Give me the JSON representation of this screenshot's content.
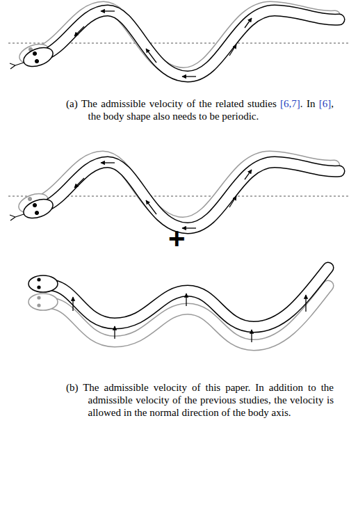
{
  "diagram": {
    "labels": [
      "(a) The admissible velocity of the related studies [6,7]. In [6], the body shape also needs to be periodic.",
      "+",
      "(b) The admissible velocity of this paper. In addition to the admissible velocity of the previous studies, the velocity is allowed in the normal direction of the body axis."
    ]
  }
}
